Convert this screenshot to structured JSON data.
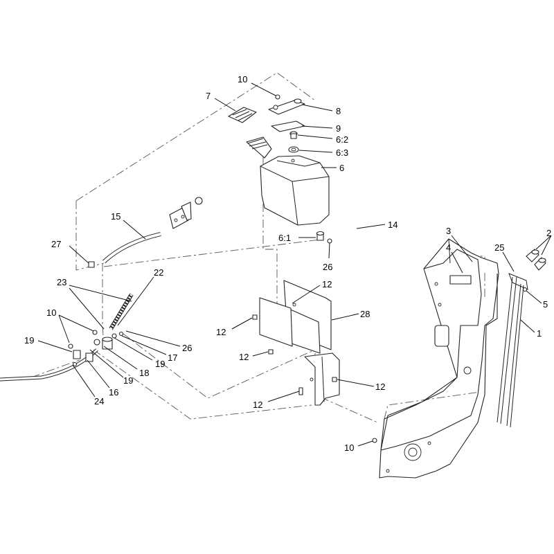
{
  "diagram": {
    "callouts": [
      {
        "id": "c10a",
        "text": "10"
      },
      {
        "id": "c7",
        "text": "7"
      },
      {
        "id": "c8",
        "text": "8"
      },
      {
        "id": "c9",
        "text": "9"
      },
      {
        "id": "c62",
        "text": "6:2"
      },
      {
        "id": "c63",
        "text": "6:3"
      },
      {
        "id": "c6",
        "text": "6"
      },
      {
        "id": "c14",
        "text": "14"
      },
      {
        "id": "c61",
        "text": "6:1"
      },
      {
        "id": "c26a",
        "text": "26"
      },
      {
        "id": "c15",
        "text": "15"
      },
      {
        "id": "c27",
        "text": "27"
      },
      {
        "id": "c22",
        "text": "22"
      },
      {
        "id": "c23",
        "text": "23"
      },
      {
        "id": "c10b",
        "text": "10"
      },
      {
        "id": "c19a",
        "text": "19"
      },
      {
        "id": "c24",
        "text": "24"
      },
      {
        "id": "c16",
        "text": "16"
      },
      {
        "id": "c19b",
        "text": "19"
      },
      {
        "id": "c18",
        "text": "18"
      },
      {
        "id": "c19c",
        "text": "19"
      },
      {
        "id": "c17",
        "text": "17"
      },
      {
        "id": "c26b",
        "text": "26"
      },
      {
        "id": "c12a",
        "text": "12"
      },
      {
        "id": "c28",
        "text": "28"
      },
      {
        "id": "c12b",
        "text": "12"
      },
      {
        "id": "c12c",
        "text": "12"
      },
      {
        "id": "c12d",
        "text": "12"
      },
      {
        "id": "c12e",
        "text": "12"
      },
      {
        "id": "c3",
        "text": "3"
      },
      {
        "id": "c4",
        "text": "4"
      },
      {
        "id": "c25",
        "text": "25"
      },
      {
        "id": "c2",
        "text": "2"
      },
      {
        "id": "c5",
        "text": "5"
      },
      {
        "id": "c1",
        "text": "1"
      },
      {
        "id": "c10c",
        "text": "10"
      }
    ]
  }
}
